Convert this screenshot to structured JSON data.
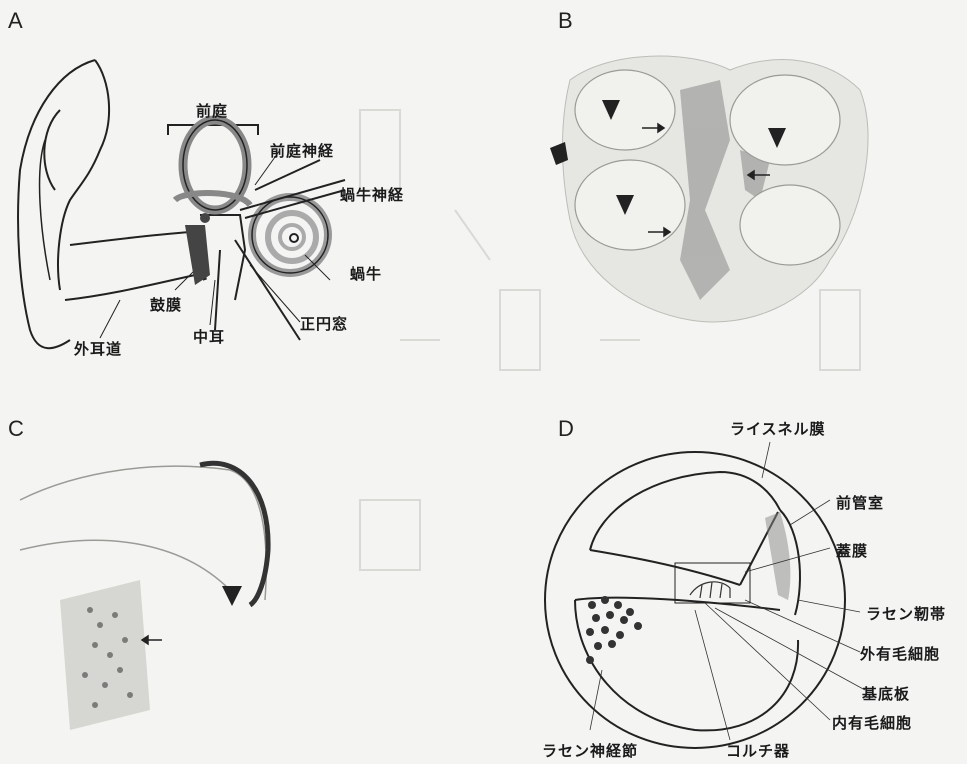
{
  "panels": {
    "a": {
      "letter": "A",
      "labels": {
        "vestibule": "前庭",
        "vestibular_nerve": "前庭神経",
        "cochlear_nerve": "蝸牛神経",
        "cochlea": "蝸牛",
        "round_window": "正円窓",
        "eardrum": "鼓膜",
        "middle_ear": "中耳",
        "ear_canal": "外耳道"
      }
    },
    "b": {
      "letter": "B"
    },
    "c": {
      "letter": "C"
    },
    "d": {
      "letter": "D",
      "labels": {
        "reissner_membrane": "ライスネル膜",
        "scala_vestibuli": "前管室",
        "tectorial_membrane": "蓋膜",
        "spiral_ligament": "ラセン靭帯",
        "outer_hair_cells": "外有毛細胞",
        "basilar_membrane": "基底板",
        "inner_hair_cells": "内有毛細胞",
        "spiral_ganglion": "ラセン神経節",
        "organ_of_corti": "コルチ器"
      }
    }
  }
}
